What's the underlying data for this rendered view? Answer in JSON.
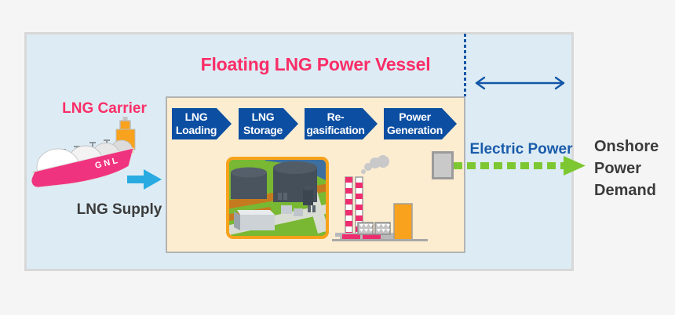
{
  "diagram": {
    "title": "Floating LNG Power Vessel",
    "carrier": {
      "label": "LNG Carrier",
      "hull_text": "GNL",
      "supply_label": "LNG Supply"
    },
    "process_steps": [
      {
        "line1": "LNG",
        "line2": "Loading"
      },
      {
        "line1": "LNG",
        "line2": "Storage"
      },
      {
        "line1": "Re-",
        "line2": "gasification"
      },
      {
        "line1": "Power",
        "line2": "Generation"
      }
    ],
    "output": {
      "electric_label": "Electric Power",
      "demand_label": "Onshore Power Demand"
    },
    "colors": {
      "accent_pink": "#fa2e68",
      "process_blue": "#0b4ea2",
      "electric_blue": "#1b5cab",
      "power_green": "#7dc832",
      "supply_cyan": "#29abe2",
      "panel_blue": "#ddecf4",
      "vessel_cream": "#fcedd1",
      "orange": "#f9a21d"
    }
  }
}
